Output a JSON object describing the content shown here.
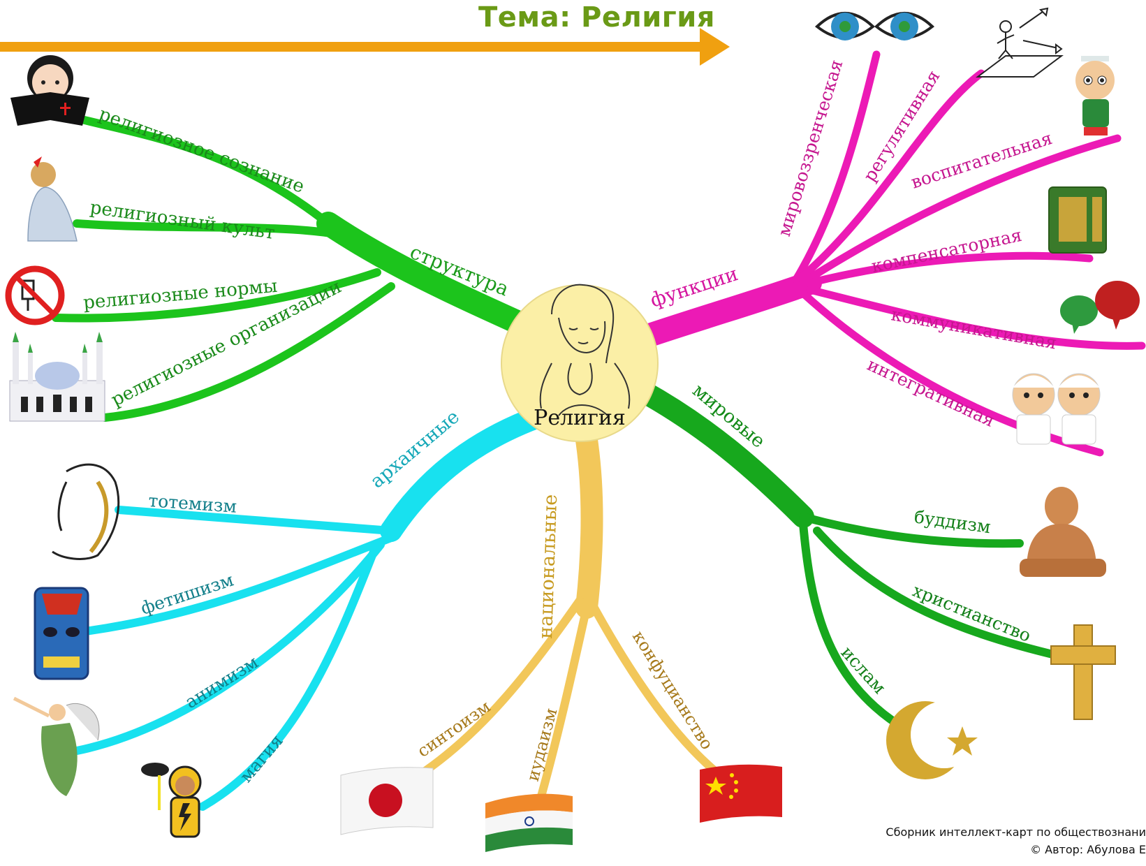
{
  "title": "Тема: Религия",
  "center": {
    "label": "Религия"
  },
  "branches": {
    "structure": {
      "label": "структура",
      "items": [
        "религиозное сознание",
        "религиозный культ",
        "религиозные нормы",
        "религиозные организации"
      ]
    },
    "functions": {
      "label": "функции",
      "items": [
        "мировоззренческая",
        "регулятивная",
        "воспитательная",
        "компенсаторная",
        "коммуникативная",
        "интегративная"
      ]
    },
    "archaic": {
      "label": "архаичные",
      "items": [
        "тотемизм",
        "фетишизм",
        "анимизм",
        "магия"
      ]
    },
    "national": {
      "label": "национальные",
      "items": [
        "синтоизм",
        "иудаизм",
        "конфуцианство"
      ]
    },
    "world": {
      "label": "мировые",
      "items": [
        "буддизм",
        "христианство",
        "ислам"
      ]
    }
  },
  "colors": {
    "structure": "#1cc41c",
    "functions": "#ec1ab5",
    "archaic": "#18e1ef",
    "national": "#f2c75a",
    "world": "#17a81d",
    "title": "#6a9a16",
    "arrow": "#f0a010",
    "center_fill": "#fbefa6"
  },
  "footer": {
    "line1": "Сборник интеллект-карт по обществознани",
    "line2": "© Автор: Абулова Е"
  }
}
